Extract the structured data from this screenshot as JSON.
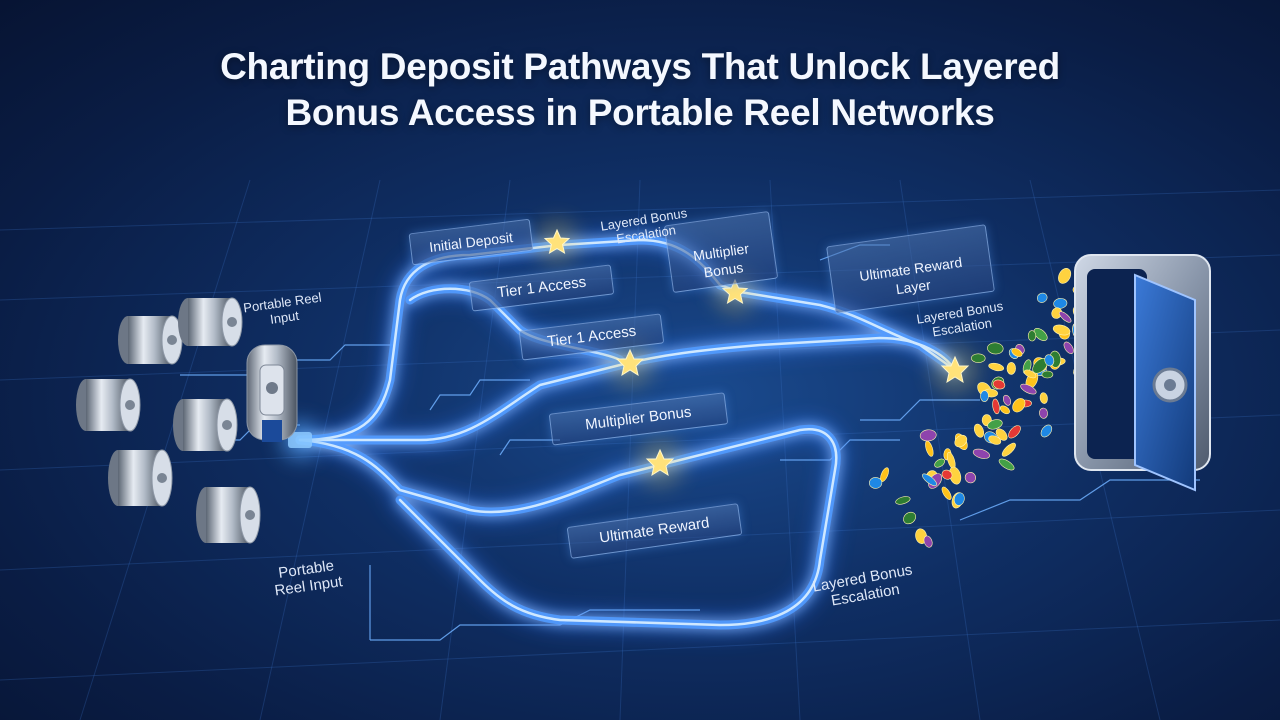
{
  "title": {
    "line1": "Charting Deposit Pathways That Unlock Layered",
    "line2": "Bonus Access in Portable Reel Networks"
  },
  "nodes": {
    "initial_deposit": "Initial Deposit",
    "tier1_a": "Tier 1 Access",
    "tier1_b": "Tier 1 Access",
    "multiplier_top": "Multiplier\nBonus",
    "multiplier_mid": "Multiplier Bonus",
    "ultimate_reward_layer": "Ultimate Reward\nLayer",
    "ultimate_reward": "Ultimate Reward"
  },
  "annotations": {
    "escalation_top": "Layered Bonus\nEscalation",
    "escalation_right": "Layered Bonus\nEscalation",
    "escalation_bottom": "Layered Bonus\nEscalation",
    "reel_input_top": "Portable Reel\nInput",
    "reel_input_bottom": "Portable\nReel Input"
  },
  "colors": {
    "background": "#0f2e63",
    "path_glow": "#3d8bff",
    "path_core": "#bfe0ff",
    "star": "#ffd54a",
    "panel_border": "#a0c8ff"
  },
  "icons": [
    "reel-canister-icon",
    "star-node-icon",
    "vault-icon",
    "coin-icon"
  ]
}
